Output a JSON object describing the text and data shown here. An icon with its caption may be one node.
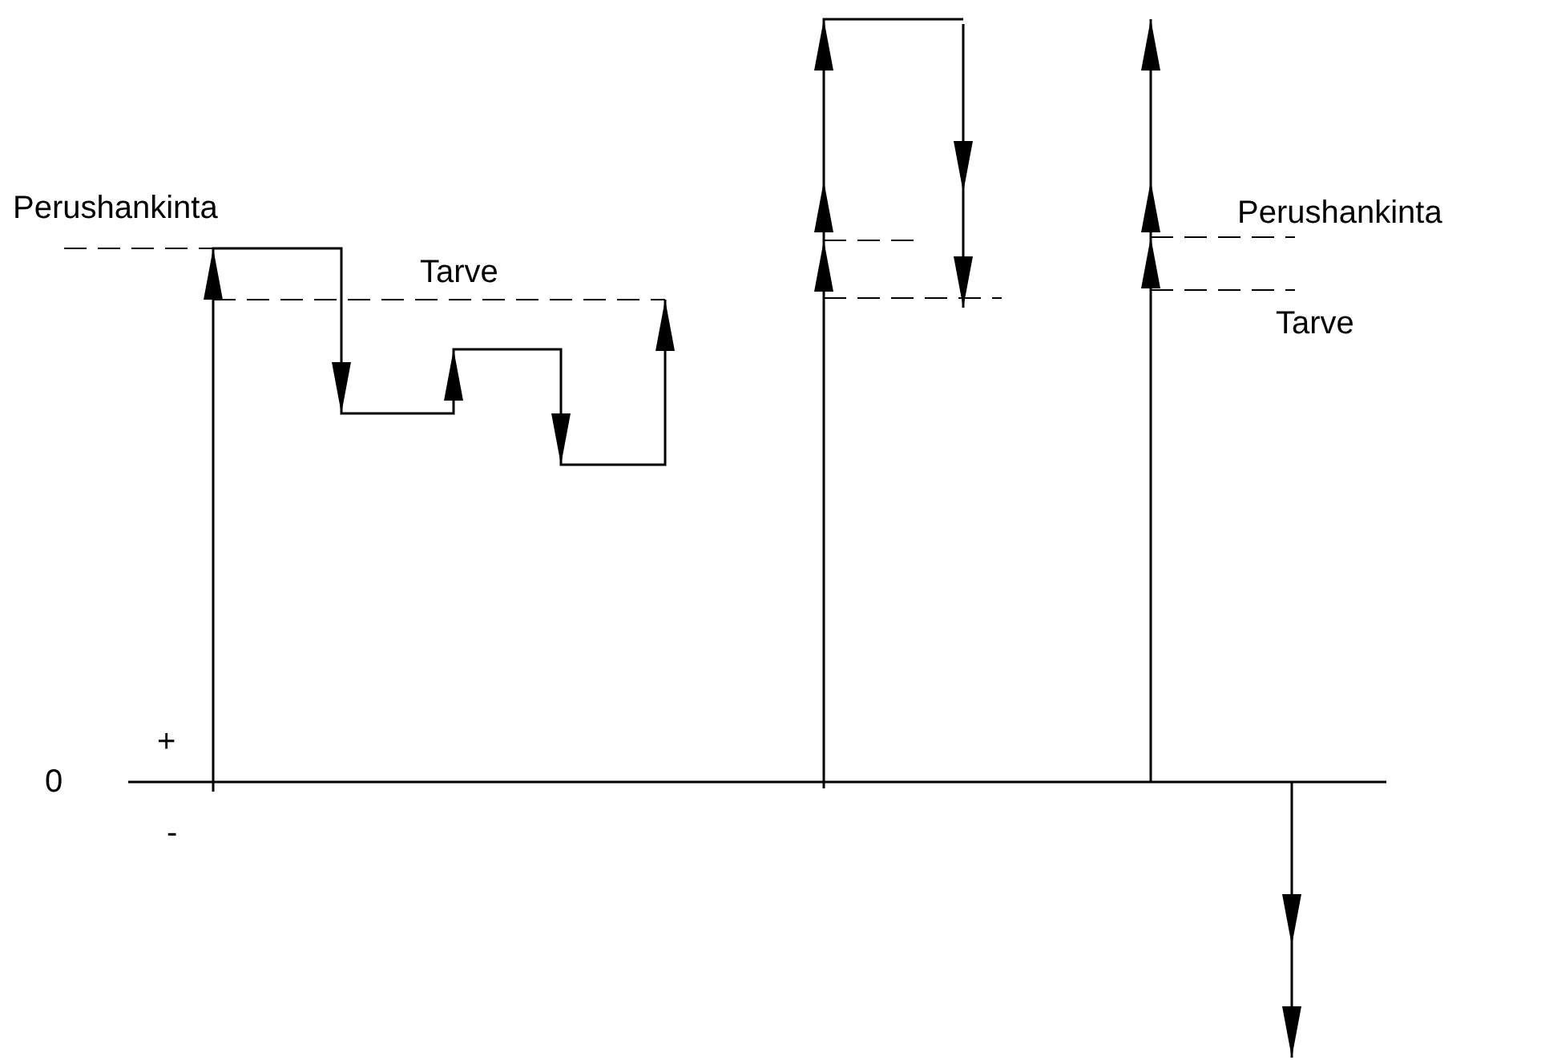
{
  "diagram": {
    "labels": [
      "Perushankinta",
      "Perushankinta",
      "Tarve",
      "Tarve",
      "+",
      "0",
      "-"
    ]
  }
}
